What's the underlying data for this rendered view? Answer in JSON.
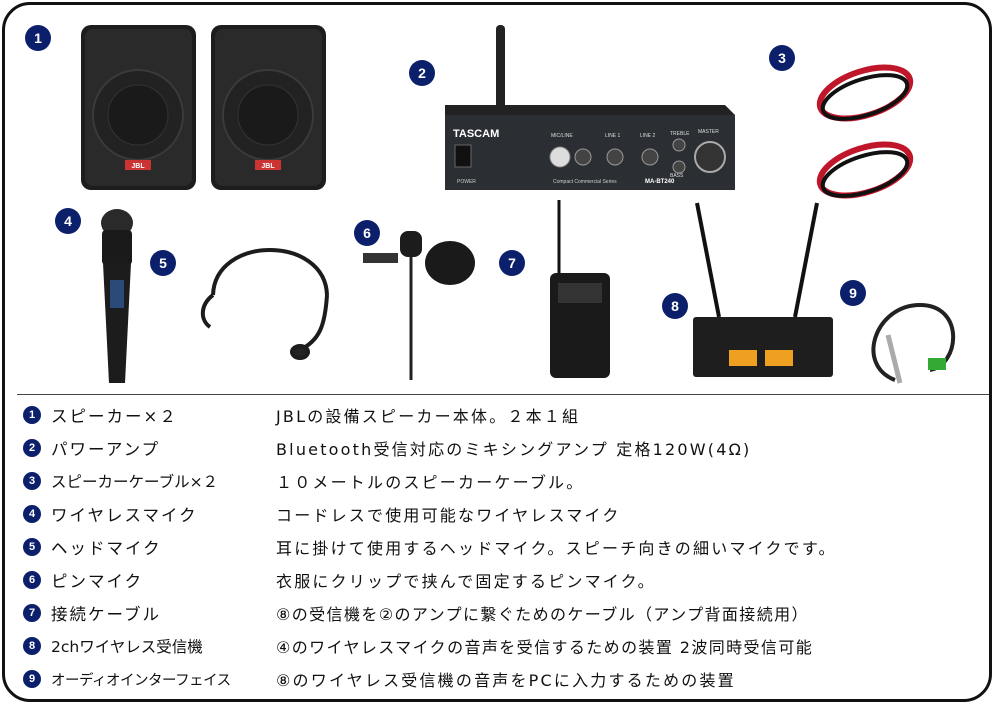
{
  "brand": {
    "speaker_logo": "JBL",
    "amp_logo": "TASCAM",
    "amp_model": "MA-BT240",
    "amp_series": "Compact Commercial Series",
    "amp_labels": [
      "MIC/LINE",
      "LINE 1",
      "LINE 2",
      "TREBLE",
      "BASS",
      "MASTER",
      "POWER"
    ]
  },
  "markers": [
    "1",
    "2",
    "3",
    "4",
    "5",
    "6",
    "7",
    "8",
    "9"
  ],
  "items": [
    {
      "num": "1",
      "name": "スピーカー×２",
      "desc": "JBLの設備スピーカー本体。２本１組"
    },
    {
      "num": "2",
      "name": "パワーアンプ",
      "desc": "Bluetooth受信対応のミキシングアンプ 定格120W(4Ω)"
    },
    {
      "num": "3",
      "name": "スピーカーケーブル×２",
      "desc": "１０メートルのスピーカーケーブル。"
    },
    {
      "num": "4",
      "name": "ワイヤレスマイク",
      "desc": "コードレスで使用可能なワイヤレスマイク"
    },
    {
      "num": "5",
      "name": "ヘッドマイク",
      "desc": "耳に掛けて使用するヘッドマイク。スピーチ向きの細いマイクです。"
    },
    {
      "num": "6",
      "name": "ピンマイク",
      "desc": "衣服にクリップで挟んで固定するピンマイク。"
    },
    {
      "num": "7",
      "name": "接続ケーブル",
      "desc": "⑧の受信機を②のアンプに繋ぐためのケーブル（アンプ背面接続用）"
    },
    {
      "num": "8",
      "name": "2chワイヤレス受信機",
      "desc": "④のワイヤレスマイクの音声を受信するための装置 2波同時受信可能"
    },
    {
      "num": "9",
      "name": "オーディオインターフェイス",
      "desc": "⑧のワイヤレス受信機の音声をPCに入力するための装置"
    }
  ]
}
